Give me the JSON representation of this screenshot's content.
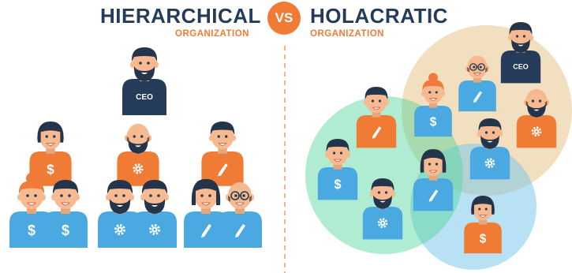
{
  "header": {
    "left_title": "HIERARCHICAL",
    "left_subtitle": "ORGANIZATION",
    "vs_label": "VS",
    "right_title": "HOLACRATIC",
    "right_subtitle": "ORGANIZATION"
  },
  "colors": {
    "navy": "#243b5a",
    "orange": "#f07b34",
    "blue": "#4aa9e0",
    "skin": "#f7b98f",
    "dark_hair": "#24344a",
    "green_circle": "#4fd49a",
    "tan_circle": "#e8c48a",
    "light_blue_circle": "#7ec8ea"
  },
  "ceo_label": "CEO",
  "hierarchy": [
    {
      "id": "ceo",
      "shirt": "navy",
      "badge": "text",
      "hair": "short",
      "beard": true
    },
    {
      "id": "finance-lead",
      "shirt": "orange",
      "badge": "dollar",
      "hair": "long",
      "beard": false
    },
    {
      "id": "finance-1",
      "shirt": "blue",
      "badge": "dollar",
      "hair": "bun",
      "beard": false
    },
    {
      "id": "finance-2",
      "shirt": "blue",
      "badge": "dollar",
      "hair": "short",
      "beard": false
    },
    {
      "id": "ops-lead",
      "shirt": "orange",
      "badge": "gear",
      "hair": "bald",
      "beard": true
    },
    {
      "id": "ops-1",
      "shirt": "blue",
      "badge": "gear",
      "hair": "short",
      "beard": true
    },
    {
      "id": "ops-2",
      "shirt": "blue",
      "badge": "gear",
      "hair": "short",
      "beard": true
    },
    {
      "id": "design-lead",
      "shirt": "orange",
      "badge": "pencil",
      "hair": "short",
      "beard": false
    },
    {
      "id": "design-1",
      "shirt": "blue",
      "badge": "pencil",
      "hair": "bob",
      "beard": false
    },
    {
      "id": "design-2",
      "shirt": "blue",
      "badge": "pencil",
      "hair": "bald-glasses",
      "beard": false
    }
  ],
  "holacracy": [
    {
      "id": "h-ceo",
      "shirt": "navy",
      "badge": "text",
      "hair": "short",
      "beard": true
    },
    {
      "id": "h-glasses",
      "shirt": "blue",
      "badge": "pencil",
      "hair": "bald-glasses",
      "beard": false
    },
    {
      "id": "h-bun",
      "shirt": "blue",
      "badge": "dollar",
      "hair": "bun",
      "beard": false
    },
    {
      "id": "h-bald-beard",
      "shirt": "orange",
      "badge": "gear",
      "hair": "bald",
      "beard": true
    },
    {
      "id": "h-pencil",
      "shirt": "orange",
      "badge": "pencil",
      "hair": "short",
      "beard": false
    },
    {
      "id": "h-mustache",
      "shirt": "blue",
      "badge": "gear",
      "hair": "short",
      "beard": true
    },
    {
      "id": "h-dollar",
      "shirt": "blue",
      "badge": "dollar",
      "hair": "short",
      "beard": false
    },
    {
      "id": "h-bob",
      "shirt": "blue",
      "badge": "pencil",
      "hair": "bob",
      "beard": false
    },
    {
      "id": "h-gear-beard",
      "shirt": "blue",
      "badge": "gear",
      "hair": "short",
      "beard": true
    },
    {
      "id": "h-long",
      "shirt": "orange",
      "badge": "dollar",
      "hair": "long",
      "beard": false
    }
  ]
}
